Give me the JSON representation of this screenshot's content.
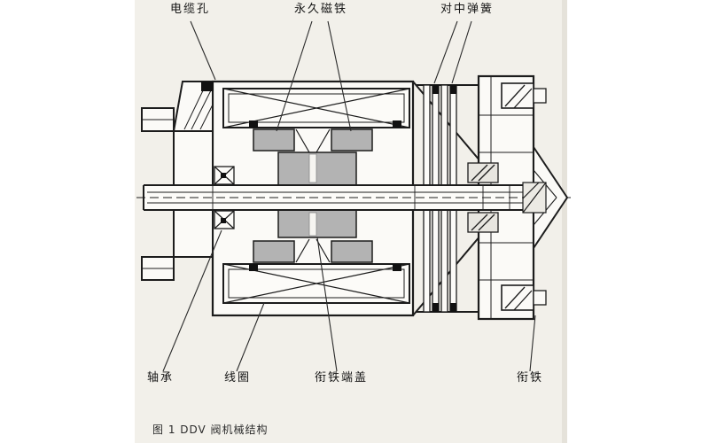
{
  "figure": {
    "caption": "图 1 DDV 阀机械结构",
    "top_labels": [
      {
        "id": "cable-hole",
        "text": "电缆孔"
      },
      {
        "id": "permanent-magnet",
        "text": "永久磁铁"
      },
      {
        "id": "centering-spring",
        "text": "对中弹簧"
      }
    ],
    "bottom_labels": [
      {
        "id": "bearing",
        "text": "轴承"
      },
      {
        "id": "coil",
        "text": "线圈"
      },
      {
        "id": "armature-end-cover",
        "text": "衔铁端盖"
      },
      {
        "id": "armature",
        "text": "衔铁"
      }
    ],
    "colors": {
      "scan_background": "#f2f0ea",
      "line": "#1c1c1c",
      "magnet_fill": "#b3b3b3"
    }
  }
}
